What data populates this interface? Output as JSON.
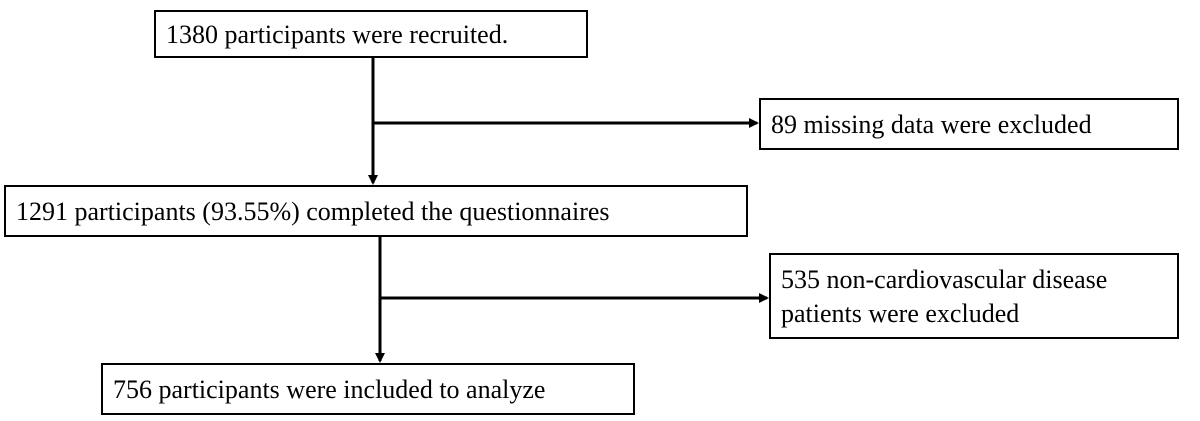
{
  "flow": {
    "recruited": "1380 participants were recruited.",
    "missing_excluded": "89 missing data were excluded",
    "completed": "1291 participants (93.55%) completed the questionnaires",
    "noncv_excluded_line1": "535 non-cardiovascular disease",
    "noncv_excluded_line2": "patients were excluded",
    "included": "756 participants were included to analyze"
  },
  "colors": {
    "line": "#000000",
    "background": "#ffffff"
  }
}
